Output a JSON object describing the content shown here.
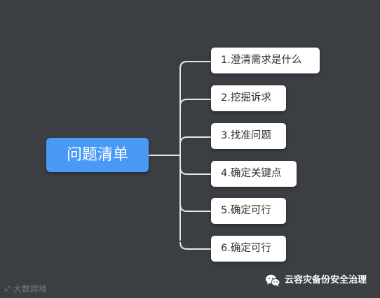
{
  "mindmap": {
    "root": "问题清单",
    "children": [
      "1.澄清需求是什么",
      "2.挖掘诉求",
      "3.找准问题",
      "4.确定关键点",
      "5.确定可行",
      "6.确定可行"
    ]
  },
  "watermarks": {
    "left": "大数跨境",
    "right": "云容灾备份安全治理"
  },
  "colors": {
    "background": "#3b3e43",
    "root_fill": "#4a9af5",
    "node_fill": "#ffffff",
    "connector": "#e6e6e6"
  }
}
